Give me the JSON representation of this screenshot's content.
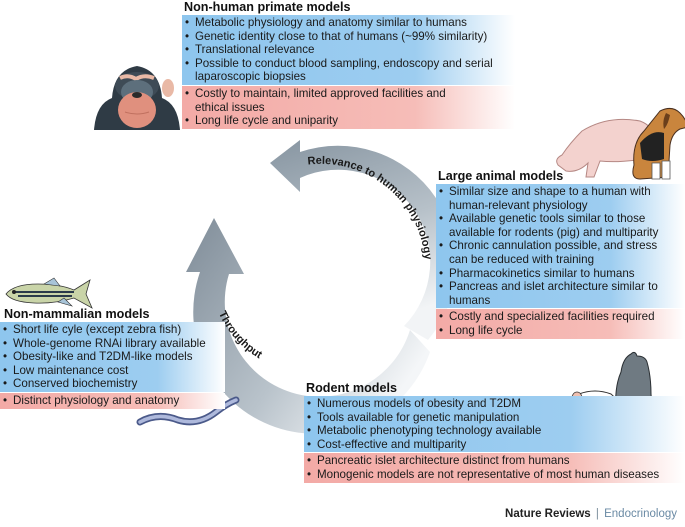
{
  "panels": {
    "primate": {
      "title": "Non-human primate models",
      "pros": [
        "Metabolic physiology and anatomy similar to humans",
        "Genetic identity close to that of humans (~99% similarity)",
        "Translational relevance",
        "Possible to conduct blood sampling, endoscopy and serial laparoscopic biopsies"
      ],
      "cons": [
        "Costly to maintain, limited approved facilities and ethical issues",
        "Long life cycle and uniparity"
      ]
    },
    "large": {
      "title": "Large animal models",
      "pros": [
        "Similar size and shape to a human with human-relevant physiology",
        "Available genetic tools similar to those available for rodents (pig) and multiparity",
        "Chronic cannulation possible, and stress can be reduced with training",
        "Pharmacokinetics similar to humans",
        "Pancreas and islet architecture similar to humans"
      ],
      "cons": [
        "Costly and specialized facilities required",
        "Long life cycle"
      ]
    },
    "nonmammal": {
      "title": "Non-mammalian models",
      "pros": [
        "Short life cyle (except zebra fish)",
        "Whole-genome RNAi library available",
        "Obesity-like and T2DM-like models",
        "Low maintenance cost",
        "Conserved biochemistry"
      ],
      "cons": [
        "Distinct physiology and anatomy"
      ]
    },
    "rodent": {
      "title": "Rodent models",
      "pros": [
        "Numerous models of obesity and T2DM",
        "Tools available for genetic manipulation",
        "Metabolic phenotyping technology available",
        "Cost-effective and multiparity"
      ],
      "cons": [
        "Pancreatic islet architecture distinct from humans",
        "Monogenic models are not representative of most human diseases"
      ]
    }
  },
  "arrows": {
    "relevance": "Relevance to human physiology",
    "throughput": "Throughput"
  },
  "colors": {
    "pros": "#9dcdf0",
    "cons": "#f6bdb8",
    "arrow": "#8e9ba6"
  },
  "credit": {
    "journal": "Nature Reviews",
    "separator": "|",
    "section": "Endocrinology"
  }
}
